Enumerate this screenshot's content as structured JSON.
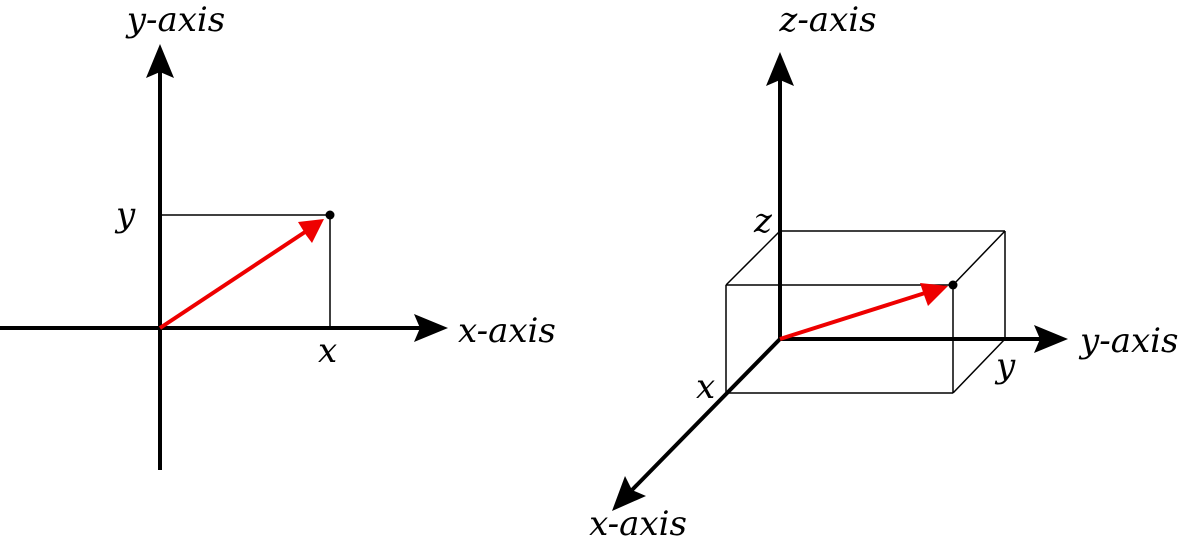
{
  "colors": {
    "axis": "#000000",
    "vector": "#ee0000",
    "guide": "#000000",
    "background": "#ffffff"
  },
  "diagram_2d": {
    "x_axis_label": "x-axis",
    "y_axis_label": "y-axis",
    "x_component_label": "x",
    "y_component_label": "y"
  },
  "diagram_3d": {
    "x_axis_label": "x-axis",
    "y_axis_label": "y-axis",
    "z_axis_label": "z-axis",
    "x_component_label": "x",
    "y_component_label": "y",
    "z_component_label": "z"
  }
}
